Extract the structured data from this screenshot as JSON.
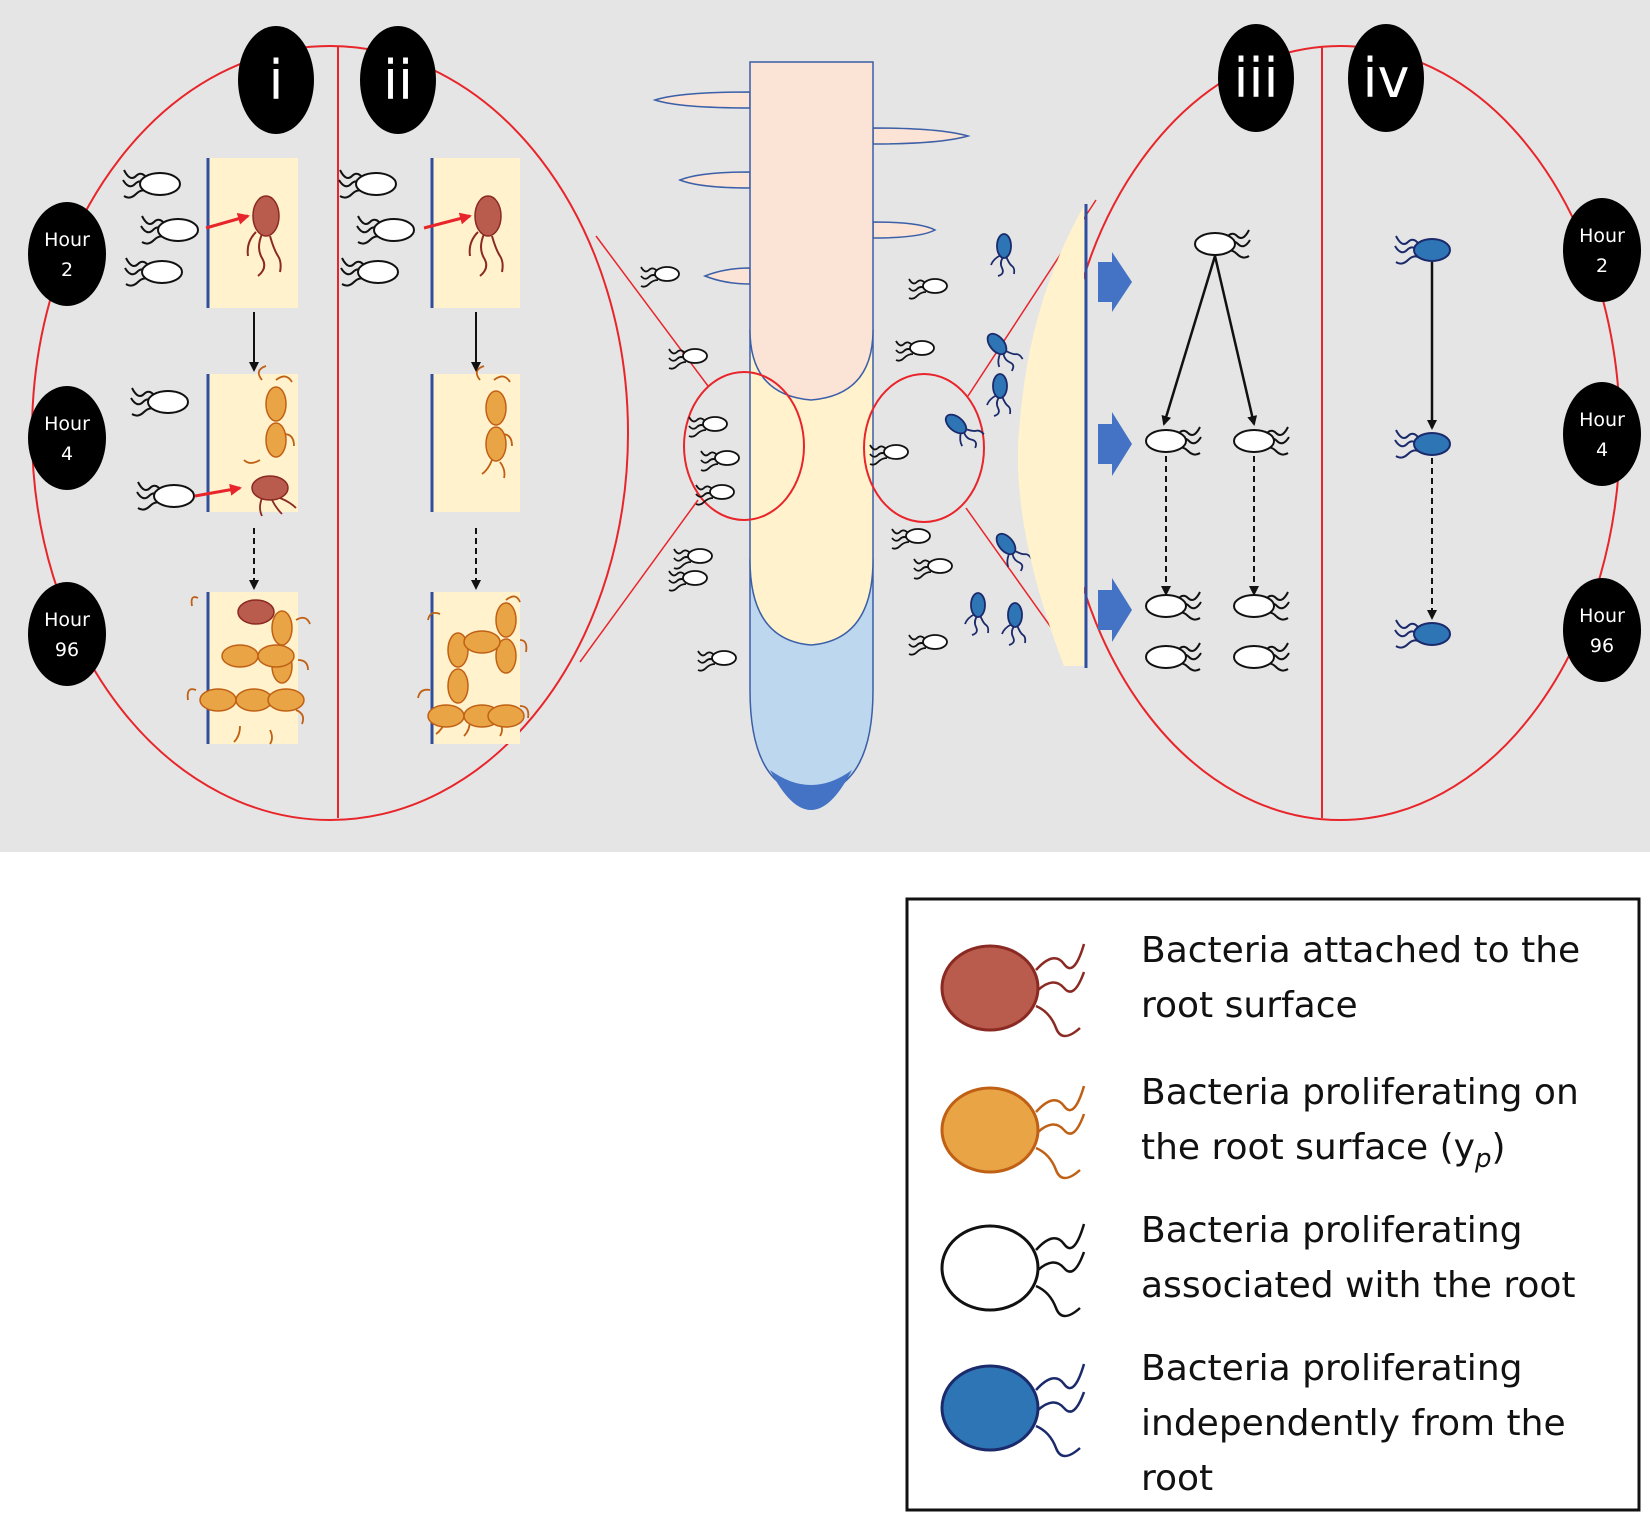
{
  "panel_labels": [
    "i",
    "ii",
    "iii",
    "iv"
  ],
  "left_hours": [
    {
      "word": "Hour",
      "num": "2"
    },
    {
      "word": "Hour",
      "num": "4"
    },
    {
      "word": "Hour",
      "num": "96"
    }
  ],
  "right_hours": [
    {
      "word": "Hour",
      "num": "2"
    },
    {
      "word": "Hour",
      "num": "4"
    },
    {
      "word": "Hour",
      "num": "96"
    }
  ],
  "legend": {
    "items": [
      {
        "lines": [
          "Bacteria attached to the",
          "root surface"
        ],
        "color": "#b95b4d",
        "stroke": "#8a2a22"
      },
      {
        "lines": [
          "Bacteria proliferating on",
          "the root surface (y",
          ")"
        ],
        "subscript": "p",
        "color": "#e9a545",
        "stroke": "#c06015"
      },
      {
        "lines": [
          "Bacteria proliferating",
          "associated with the root"
        ],
        "color": "#ffffff",
        "stroke": "#111111"
      },
      {
        "lines": [
          "Bacteria proliferating",
          "independently from the",
          "root"
        ],
        "color": "#2e75b6",
        "stroke": "#1b2a6b"
      }
    ]
  },
  "colors": {
    "background": "#e5e5e5",
    "circle_outline": "#e8252a",
    "root_upper": "#fbe3d6",
    "root_middle": "#fff2cc",
    "root_cap": "#bdd7ee",
    "root_outline": "#3b5fa8",
    "arrow_blue": "#4472c4"
  }
}
